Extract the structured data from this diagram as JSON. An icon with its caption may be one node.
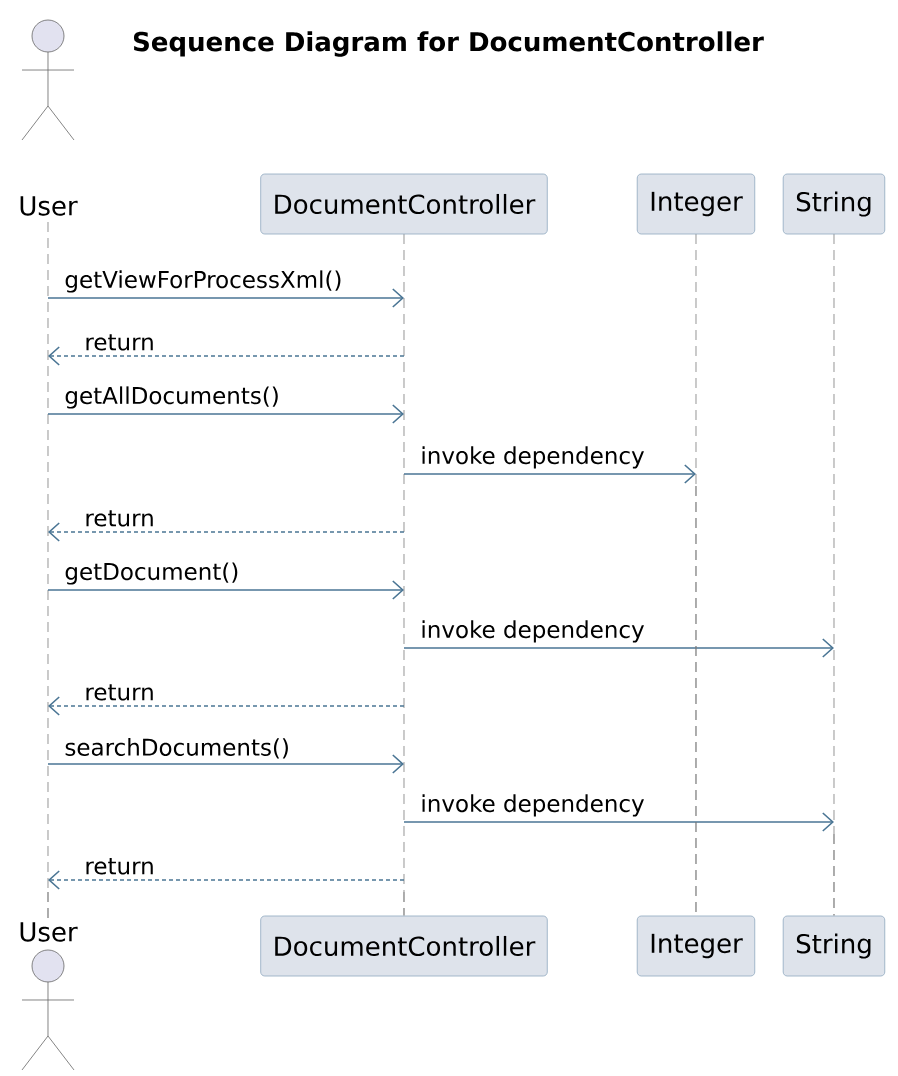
{
  "diagram": {
    "title": "Sequence Diagram for DocumentController",
    "nodes": [
      {
        "text": [
          "User"
        ]
      },
      {
        "text": [
          "DocumentController"
        ]
      },
      {
        "text": [
          "Integer"
        ]
      },
      {
        "text": [
          "String"
        ]
      },
      {
        "text": [
          "User"
        ]
      },
      {
        "text": [
          "DocumentController"
        ]
      },
      {
        "text": [
          "Integer"
        ]
      },
      {
        "text": [
          "String"
        ]
      }
    ],
    "edges": [
      {
        "from": 0,
        "to": 1,
        "arrow": "to",
        "label": "getViewForProcessXml()"
      },
      {
        "from": 1,
        "to": 0,
        "arrow": "to",
        "label": "return",
        "style": "dashed"
      },
      {
        "from": 0,
        "to": 1,
        "arrow": "to",
        "label": "getAllDocuments()"
      },
      {
        "from": 1,
        "to": 2,
        "arrow": "to",
        "label": "invoke dependency"
      },
      {
        "from": 1,
        "to": 0,
        "arrow": "to",
        "label": "return",
        "style": "dashed"
      },
      {
        "from": 0,
        "to": 1,
        "arrow": "to",
        "label": "getDocument()"
      },
      {
        "from": 1,
        "to": 3,
        "arrow": "to",
        "label": "invoke dependency"
      },
      {
        "from": 1,
        "to": 0,
        "arrow": "to",
        "label": "return",
        "style": "dashed"
      },
      {
        "from": 0,
        "to": 1,
        "arrow": "to",
        "label": "searchDocuments()"
      },
      {
        "from": 1,
        "to": 3,
        "arrow": "to",
        "label": "invoke dependency"
      },
      {
        "from": 1,
        "to": 0,
        "arrow": "to",
        "label": "return",
        "style": "dashed"
      },
      {
        "from": 0,
        "to": 4,
        "arrow": "none",
        "style": "dashed",
        "color": "#777777"
      },
      {
        "from": 1,
        "to": 5,
        "arrow": "none",
        "style": "dashed",
        "color": "#777777"
      },
      {
        "from": 2,
        "to": 6,
        "arrow": "none",
        "style": "dashed",
        "color": "#777777"
      },
      {
        "from": 3,
        "to": 7,
        "arrow": "none",
        "style": "dashed",
        "color": "#777777"
      }
    ]
  }
}
